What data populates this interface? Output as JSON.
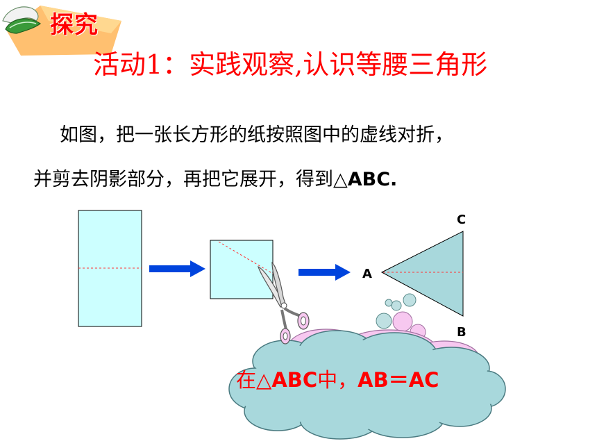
{
  "badge": {
    "label": "探究"
  },
  "title": "活动1：实践观察,认识等腰三角形",
  "paragraph": {
    "line1": "如图，把一张长方形的纸按照图中的虚线对折，",
    "line2_text": "并剪去阴影部分，再把它展开，得到△",
    "line2_bold": "ABC."
  },
  "triangle_labels": {
    "a": "A",
    "b": "B",
    "c": "C"
  },
  "cloud": {
    "part1": "在△",
    "part2": "ABC",
    "part3": "中，",
    "part4": "AB＝AC"
  },
  "colors": {
    "accent": "#ff0000",
    "paper_fill": "#ccffff",
    "triangle_fill": "#a8d8dc",
    "arrow": "#0044dd",
    "cloud_fill": "#a8d8dc",
    "bubble_fill": "#f7c8f0"
  },
  "icons": [
    "scissors-icon",
    "arrow-right-icon",
    "cloud-callout",
    "bubble-circles",
    "paper-fold-logo"
  ]
}
